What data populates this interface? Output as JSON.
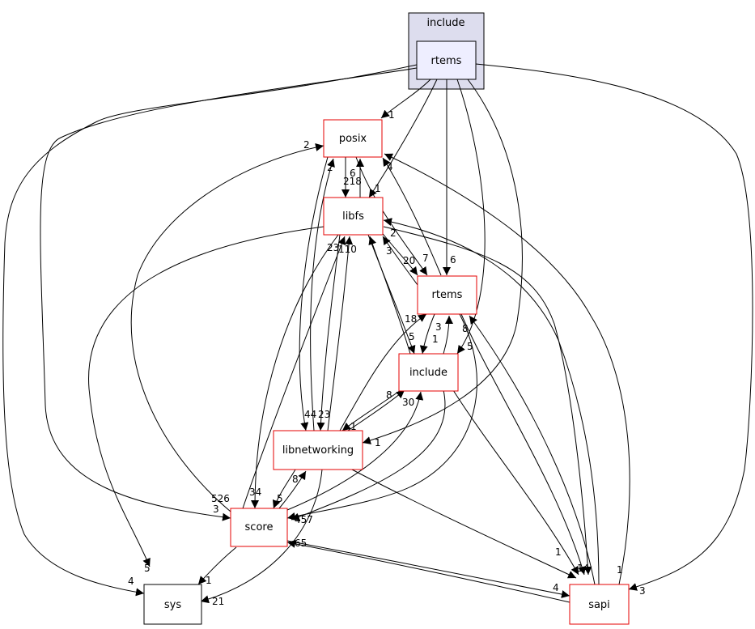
{
  "cluster": {
    "label": "include"
  },
  "nodes": {
    "rtems_focus": "rtems",
    "posix": "posix",
    "libfs": "libfs",
    "rtems": "rtems",
    "include": "include",
    "libnetworking": "libnetworking",
    "score": "score",
    "sys": "sys",
    "sapi": "sapi"
  },
  "edge_labels": {
    "focus_posix": "1",
    "focus_libfs": "1",
    "focus_rtems": "6",
    "focus_include": "5",
    "focus_libnet": "1",
    "focus_score": "3",
    "focus_sys": "4",
    "focus_sapi": "3",
    "posix_libfs": "218",
    "posix_libnet": "44",
    "posix_rtems": "7",
    "libfs_posix": "6",
    "libfs_rtems": "20",
    "libfs_include": "1",
    "libfs_score": "34",
    "libfs_sys": "5",
    "libfs_sapi": "14",
    "libfs_libnet": "23",
    "rtems_posix": "4",
    "rtems_libfs": "3",
    "rtems_include": "3",
    "rtems_score": "457",
    "rtems_sapi": "43",
    "include_rtems": "1",
    "include_libfs": "5",
    "include_libnet": "1",
    "include_score": "65",
    "include_sapi": "1",
    "libnet_posix": "2",
    "libnet_libfs": "110",
    "libnet_rtems": "18",
    "libnet_include": "30",
    "libnet_score": "5",
    "libnet_sys": "21",
    "libnet_sapi": "4",
    "score_posix": "2",
    "score_libfs": "23",
    "score_include": "8",
    "score_libnet": "8",
    "score_sys": "1",
    "score_sapi": "4",
    "sapi_posix": "1",
    "sapi_libfs": "2",
    "sapi_rtems": "8",
    "sapi_score": "526"
  }
}
